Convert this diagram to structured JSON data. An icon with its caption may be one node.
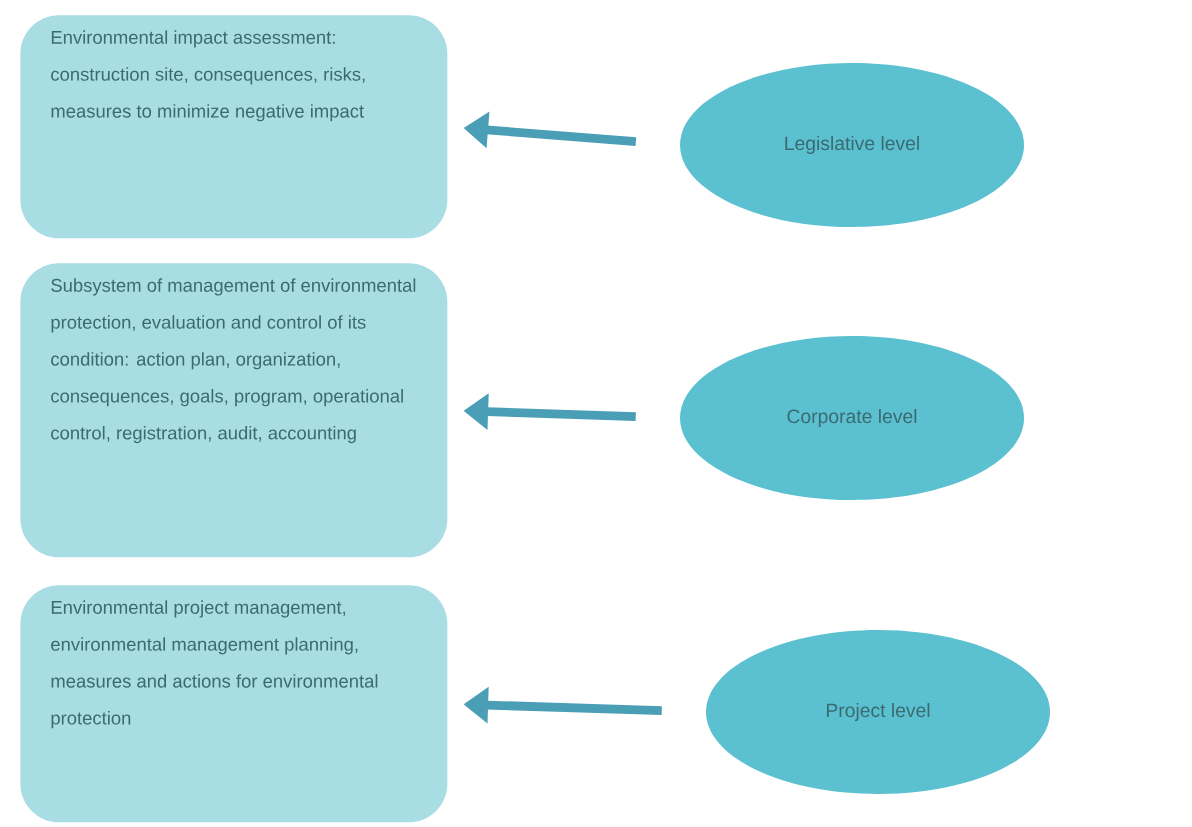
{
  "diagram": {
    "nodes": [
      {
        "text": [
          "Environmental impact assessment: construction site, consequences, risks, measures to minimize negative impact"
        ]
      },
      {
        "text": [
          "Legislative level"
        ]
      },
      {
        "text": [
          "Subsystem of management of environmental protection, evaluation and control of its condition: action plan, organization, consequences, goals, program, operational control, registration, audit, accounting"
        ]
      },
      {
        "text": [
          "Corporate level"
        ]
      },
      {
        "text": [
          "Environmental project management, environmental management planning, measures and actions for environmental protection"
        ]
      },
      {
        "text": [
          "Project level"
        ]
      }
    ],
    "edges": [
      {
        "from": 1,
        "to": 0,
        "arrow": "to"
      },
      {
        "from": 3,
        "to": 2,
        "arrow": "to"
      },
      {
        "from": 5,
        "to": 4,
        "arrow": "to"
      }
    ]
  }
}
